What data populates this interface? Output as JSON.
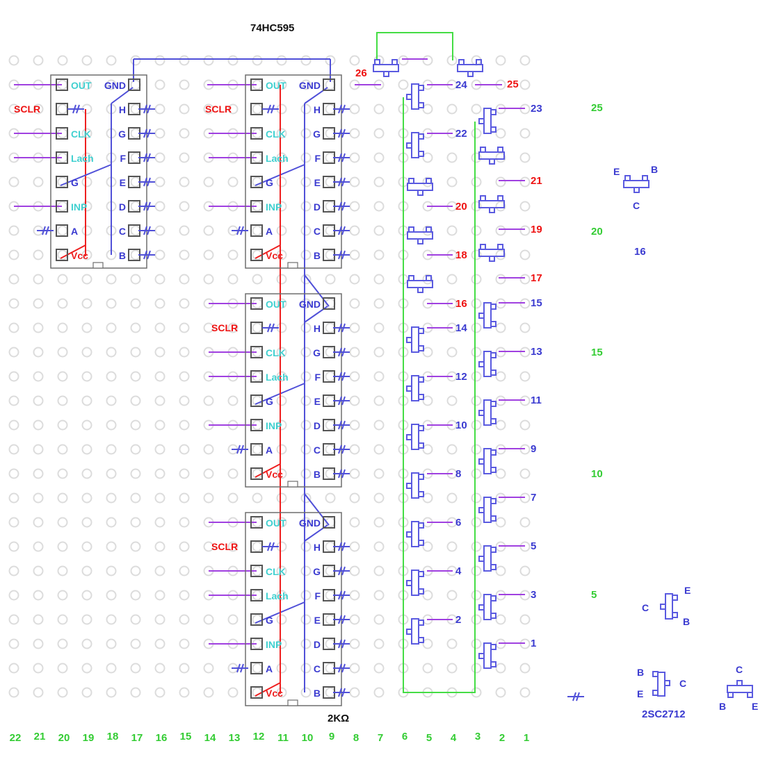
{
  "title": "74HC595",
  "resistor_value": "2KΩ",
  "part_name": "2SC2712",
  "colors": {
    "hole": "#dcdcdc",
    "chip_outline": "#6e6e6e",
    "pad": "#555555",
    "signal_wire": "#a040e0",
    "gnd_wire": "#5050d8",
    "vcc_wire": "#ee2020",
    "bus_wire": "#44dd44",
    "blue_text": "#3a3ad0",
    "cyan_text": "#40d0d0",
    "red_text": "#ee1111",
    "green_text": "#33cc33",
    "transistor": "#5a5ae0"
  },
  "chips": [
    {
      "name": "chip-1",
      "left_pins": [
        "OUT",
        "",
        "CLK",
        "Lach",
        "G",
        "INP",
        "A",
        "Vcc"
      ],
      "right_pins": [
        "GND",
        "H",
        "G",
        "F",
        "E",
        "D",
        "C",
        "B"
      ],
      "sclr_label": "SCLR"
    },
    {
      "name": "chip-2",
      "left_pins": [
        "OUT",
        "",
        "CLK",
        "Lach",
        "G",
        "INP",
        "A",
        "Vcc"
      ],
      "right_pins": [
        "GND",
        "H",
        "G",
        "F",
        "E",
        "D",
        "C",
        "B"
      ],
      "sclr_label": "SCLR"
    },
    {
      "name": "chip-3",
      "left_pins": [
        "OUT",
        "",
        "CLK",
        "Lach",
        "G",
        "INP",
        "A",
        "Vcc"
      ],
      "right_pins": [
        "GND",
        "H",
        "G",
        "F",
        "E",
        "D",
        "C",
        "B"
      ],
      "sclr_label": "SCLR"
    },
    {
      "name": "chip-4",
      "left_pins": [
        "OUT",
        "",
        "CLK",
        "Lach",
        "G",
        "INP",
        "A",
        "Vcc"
      ],
      "right_pins": [
        "GND",
        "H",
        "G",
        "F",
        "E",
        "D",
        "C",
        "B"
      ],
      "sclr_label": "SCLR"
    }
  ],
  "outputs": {
    "left_column": [
      "24",
      "22",
      "20",
      "18",
      "16",
      "14",
      "12",
      "10",
      "8",
      "6",
      "4",
      "2"
    ],
    "right_column": [
      "23",
      "21",
      "19",
      "17",
      "15",
      "13",
      "11",
      "9",
      "7",
      "5",
      "3",
      "1"
    ],
    "top": [
      "26",
      "25"
    ],
    "red_numbers": [
      "26",
      "25",
      "21",
      "20",
      "19",
      "18",
      "17",
      "16"
    ]
  },
  "column_numbers": [
    "22",
    "21",
    "20",
    "19",
    "18",
    "17",
    "16",
    "15",
    "14",
    "13",
    "12",
    "11",
    "10",
    "9",
    "8",
    "7",
    "6",
    "5",
    "4",
    "3",
    "2",
    "1"
  ],
  "row_numbers": [
    "25",
    "20",
    "15",
    "10",
    "5"
  ],
  "pinout_legend": {
    "stray_label": "16",
    "transistor_top": {
      "left": "E",
      "right": "B",
      "bottom": "C"
    },
    "transistor_side": {
      "left": "C",
      "top": "E",
      "bottom": "B"
    },
    "transistor_side2": {
      "top": "B",
      "bottom": "E",
      "right": "C"
    },
    "transistor_bottom": {
      "top": "C",
      "left": "B",
      "right": "E"
    }
  }
}
